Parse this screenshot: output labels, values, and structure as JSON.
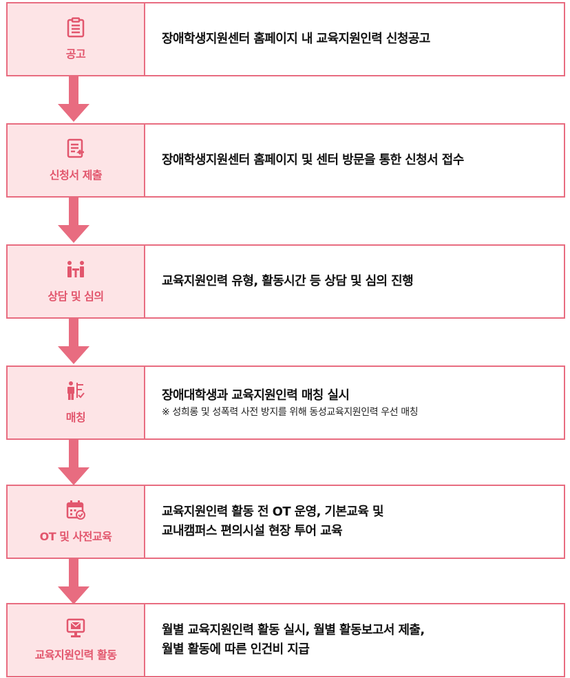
{
  "steps": [
    {
      "label": "공고",
      "icon": "clipboard-icon",
      "lines": [
        "장애학생지원센터 홈페이지 내 교육지원인력 신청공고"
      ],
      "note": ""
    },
    {
      "label": "신청서 제출",
      "icon": "document-submit-icon",
      "lines": [
        "장애학생지원센터 홈페이지 및 센터 방문을 통한 신청서 접수"
      ],
      "note": ""
    },
    {
      "label": "상담 및 심의",
      "icon": "consultation-icon",
      "lines": [
        "교육지원인력 유형, 활동시간 등 상담 및 심의 진행"
      ],
      "note": ""
    },
    {
      "label": "매칭",
      "icon": "matching-icon",
      "lines": [
        "장애대학생과 교육지원인력 매칭 실시"
      ],
      "note": "※ 성희롱 및 성폭력 사전 방지를 위해 동성교육지원인력 우선 매칭"
    },
    {
      "label": "OT 및 사전교육",
      "icon": "calendar-check-icon",
      "lines": [
        "교육지원인력 활동 전 OT 운영, 기본교육 및",
        "교내캠퍼스 편의시설 현장 투어 교육"
      ],
      "note": ""
    },
    {
      "label": "교육지원인력 활동",
      "icon": "monitor-mail-icon",
      "lines": [
        "월별 교육지원인력 활동 실시, 월별 활동보고서 제출,",
        "월별 활동에 따른 인건비 지급"
      ],
      "note": ""
    }
  ],
  "colors": {
    "accent": "#e86c80",
    "label_bg": "#fde4e6",
    "label_text": "#e2566d"
  }
}
